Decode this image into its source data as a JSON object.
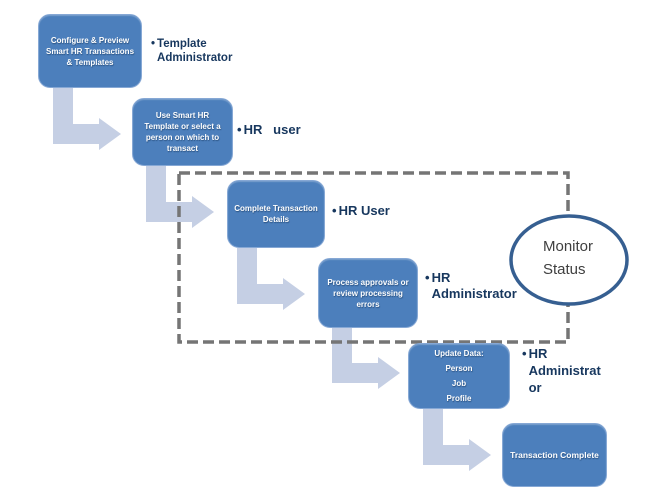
{
  "diagram": {
    "title_hint": "Smart HR transaction process flow",
    "bullet_char": "•",
    "colors": {
      "box_fill": "#4C7FBC",
      "box_border": "#86A8D5",
      "box_text": "#FFFFFF",
      "arrow_fill": "#C5CFE4",
      "dashed_border": "#757575",
      "ellipse_stroke": "#365F91",
      "ellipse_fill": "#FFFFFF",
      "ellipse_text": "#3F3F3F",
      "role_text": "#17375E",
      "background": "#FFFFFF"
    },
    "steps": [
      {
        "box_label": "Configure & Preview\nSmart HR Transactions\n& Templates",
        "role_label": "Template\nAdministrator"
      },
      {
        "box_label": "Use Smart HR\nTemplate or select a\nperson on which to\ntransact",
        "role_label": "HR   user"
      },
      {
        "box_label": "Complete Transaction\nDetails",
        "role_label": "HR User"
      },
      {
        "box_label": "Process approvals or\nreview processing\nerrors",
        "role_label": "HR\nAdministrator"
      },
      {
        "box_label": "Update Data:\nPerson\nJob\nProfile",
        "role_label": "HR\nAdministrat\nor"
      },
      {
        "box_label": "Transaction Complete",
        "role_label": ""
      }
    ],
    "monitor": {
      "label": "Monitor\nStatus"
    }
  }
}
